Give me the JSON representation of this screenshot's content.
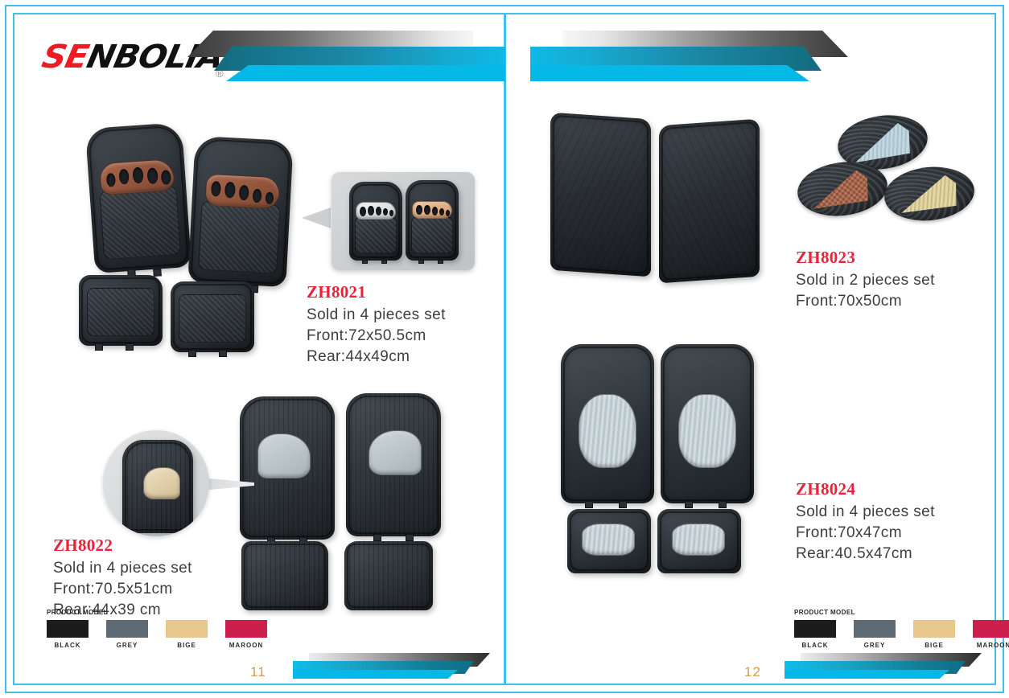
{
  "brand": {
    "logo_text_red": "SE",
    "logo_text_dark": "NBOLIA",
    "registered_mark": "®"
  },
  "pages": [
    {
      "page_number": "11",
      "products": [
        {
          "code": "ZH8021",
          "line1": "Sold in 4 pieces set",
          "line2": "Front:72x50.5cm",
          "line3": "Rear:44x49cm"
        },
        {
          "code": "ZH8022",
          "line1": "Sold in 4 pieces set",
          "line2": "Front:70.5x51cm",
          "line3": "Rear:44x39 cm"
        }
      ],
      "legend": {
        "title": "PRODUCT MODEL",
        "swatches": [
          {
            "label": "BLACK",
            "color": "#1c1c1c"
          },
          {
            "label": "GREY",
            "color": "#5e6a74"
          },
          {
            "label": "BIGE",
            "color": "#e7c78b"
          },
          {
            "label": "MAROON",
            "color": "#cd1f4e"
          }
        ]
      }
    },
    {
      "page_number": "12",
      "products": [
        {
          "code": "ZH8023",
          "line1": "Sold in 2 pieces set",
          "line2": "Front:70x50cm",
          "line3": ""
        },
        {
          "code": "ZH8024",
          "line1": "Sold in 4 pieces set",
          "line2": "Front:70x47cm",
          "line3": "Rear:40.5x47cm"
        }
      ],
      "legend": {
        "title": "PRODUCT MODEL",
        "swatches": [
          {
            "label": "BLACK",
            "color": "#1c1c1c"
          },
          {
            "label": "GREY",
            "color": "#5e6a74"
          },
          {
            "label": "BIGE",
            "color": "#e7c78b"
          },
          {
            "label": "MAROON",
            "color": "#cd1f4e"
          }
        ]
      }
    }
  ],
  "theme": {
    "border_cyan": "#41c0f0",
    "accent_cyan": "#05b8e8",
    "accent_teal": "#157e98",
    "code_red": "#e8243b",
    "body_grey": "#3d3d3d",
    "page_number_color": "#d99a4e"
  },
  "imagery": {
    "zh8021_inset_variants": [
      "white",
      "tan"
    ],
    "zh8021_mat_insert_color": "#9a5f44",
    "zh8022_inset_insert_color": "#ddcba3",
    "zh8023_oval_colors": [
      "#bcd4dd",
      "#b9775a",
      "#dcd09a"
    ],
    "zh8024_insert_color": "#c6d4d9"
  }
}
